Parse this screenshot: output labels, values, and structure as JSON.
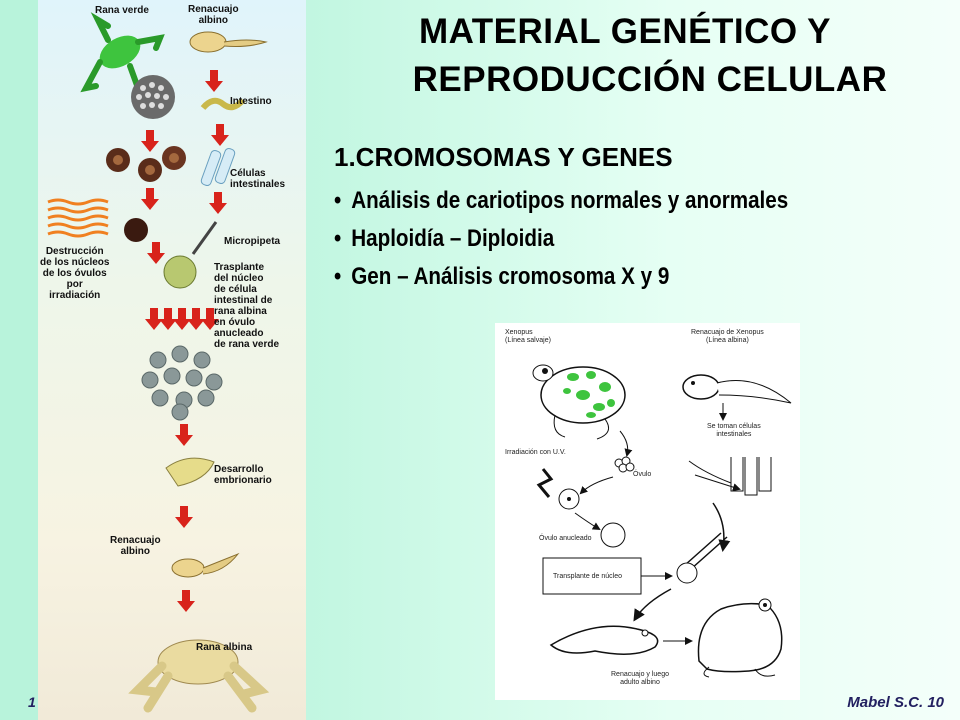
{
  "slide": {
    "title_line1": "MATERIAL GENÉTICO Y",
    "title_line2": "REPRODUCCIÓN CELULAR",
    "section": "1.CROMOSOMAS Y GENES",
    "bullets": [
      "Análisis de cariotipos normales y anormales",
      "Haploidía – Diploidia",
      "Gen – Análisis cromosoma X y 9"
    ],
    "footer_left": "1",
    "footer_right": "Mabel S.C.  10"
  },
  "left_figure": {
    "rana_verde": "Rana verde",
    "renacuajo_albino": "Renacuajo\nalbino",
    "intestino": "Intestino",
    "celulas": "Células\nintestinales",
    "destruccion": "Destrucción\nde los núcleos\nde los óvulos\npor\nirradiación",
    "micropipeta": "Micropipeta",
    "trasplante": "Trasplante\ndel núcleo\nde célula\nintestinal de\nrana albina\nen óvulo\nanucleado\nde rana verde",
    "desarrollo": "Desarrollo\nembrionario",
    "renacuajo_albino2": "Renacuajo\nalbino",
    "rana_albina": "Rana albina"
  },
  "right_figure": {
    "xenopus": "Xenopus\n(Línea salvaje)",
    "renacuajo_xenopus": "Renacuajo de Xenopus\n(Línea albina)",
    "se_toman": "Se toman células\nintestinales",
    "irradiacion": "Irradiación con U.V.",
    "ovulo": "Óvulo",
    "ovulo_anucleado": "Óvulo anucleado",
    "transplante": "Transplante de núcleo",
    "renacuajo_luego": "Renacuajo y luego\nadulto albino"
  },
  "colors": {
    "arrow_red": "#d8231b",
    "frog_green": "#3ec43e",
    "footer": "#222060"
  }
}
